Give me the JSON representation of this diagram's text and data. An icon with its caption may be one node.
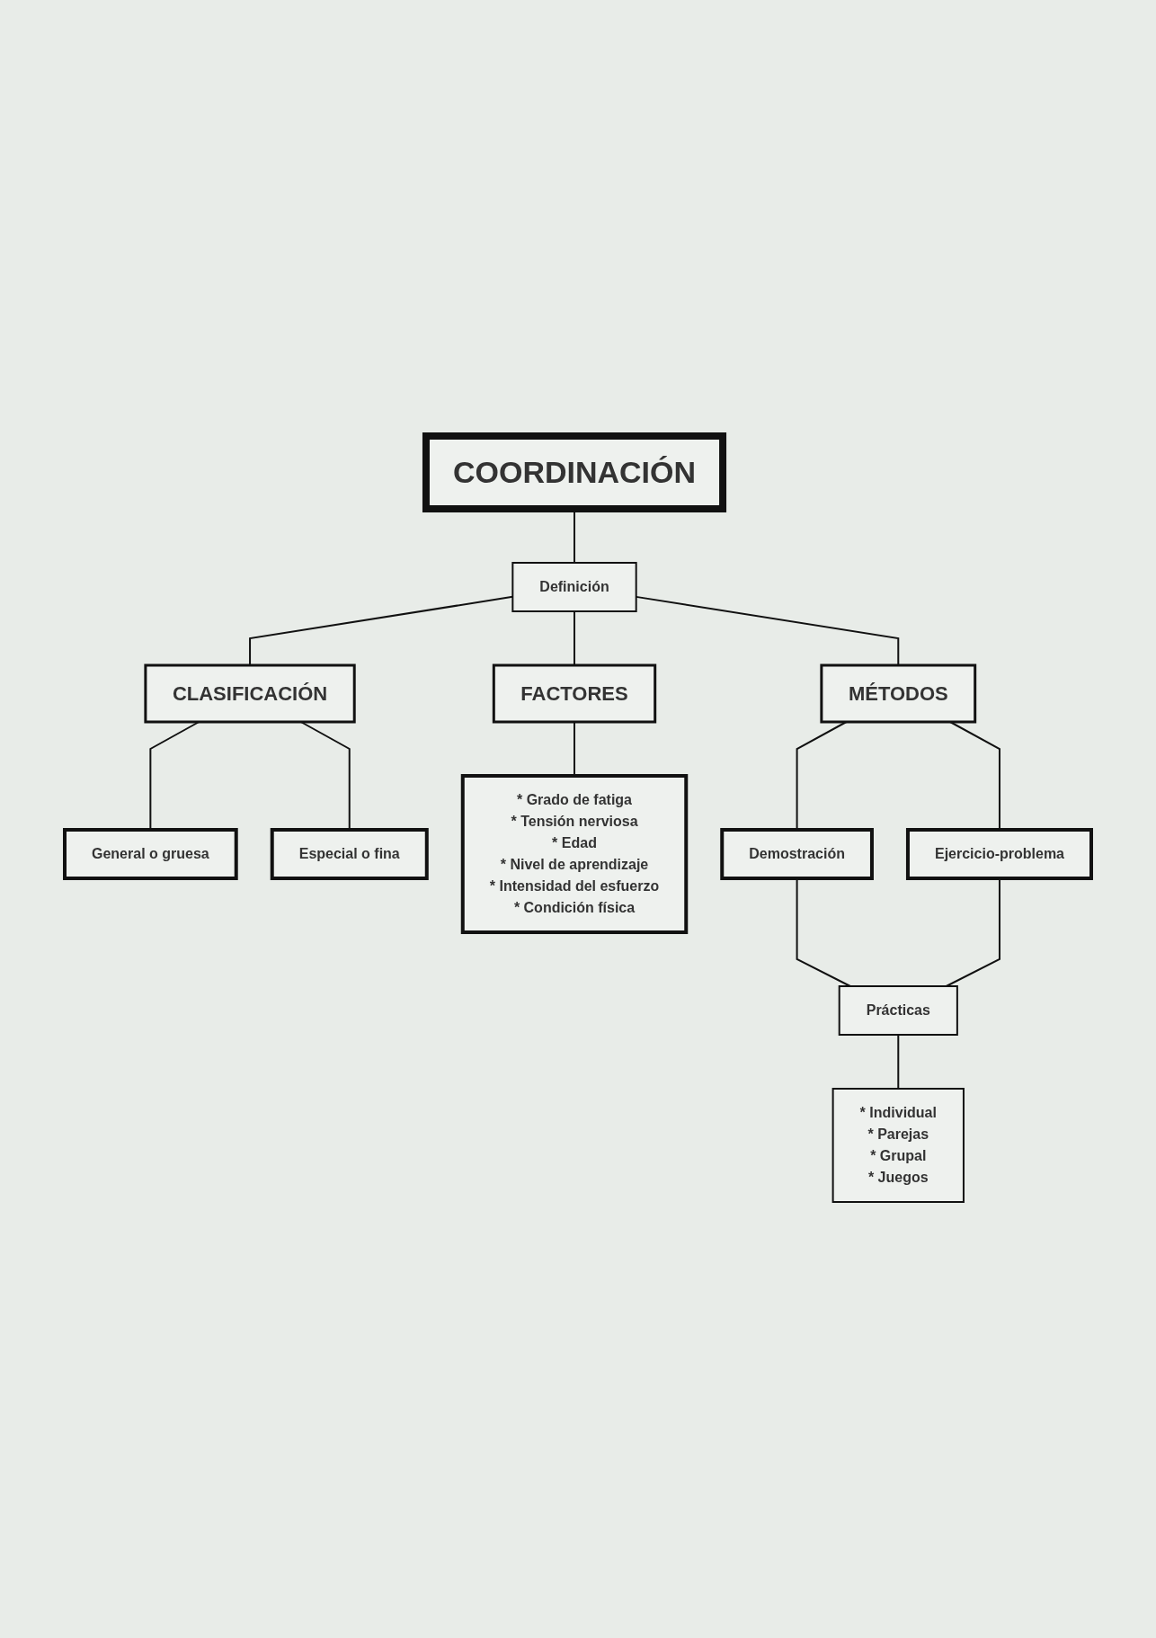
{
  "diagram": {
    "nodes": [
      {
        "text": [
          "COORDINACIÓN"
        ]
      },
      {
        "text": [
          "Definición"
        ]
      },
      {
        "text": [
          "CLASIFICACIÓN"
        ]
      },
      {
        "text": [
          "General o gruesa"
        ]
      },
      {
        "text": [
          "Especial o fina"
        ]
      },
      {
        "text": [
          "FACTORES"
        ]
      },
      {
        "text": [
          "* Grado de fatiga",
          "* Tensión nerviosa",
          "* Edad",
          "* Nivel de aprendizaje",
          "* Intensidad del esfuerzo",
          "* Condición física"
        ]
      },
      {
        "text": [
          "MÉTODOS"
        ]
      },
      {
        "text": [
          "Demostración"
        ]
      },
      {
        "text": [
          "Ejercicio-problema"
        ]
      },
      {
        "text": [
          "Prácticas"
        ]
      },
      {
        "text": [
          "* Individual",
          "* Parejas",
          "* Grupal",
          "* Juegos"
        ]
      }
    ],
    "edges": [
      {
        "from": 0,
        "to": 1,
        "arrow": "none"
      },
      {
        "from": 1,
        "to": 2,
        "arrow": "none"
      },
      {
        "from": 1,
        "to": 5,
        "arrow": "none"
      },
      {
        "from": 1,
        "to": 7,
        "arrow": "none"
      },
      {
        "from": 2,
        "to": 3,
        "arrow": "none"
      },
      {
        "from": 2,
        "to": 4,
        "arrow": "none"
      },
      {
        "from": 5,
        "to": 6,
        "arrow": "none"
      },
      {
        "from": 7,
        "to": 8,
        "arrow": "none"
      },
      {
        "from": 7,
        "to": 9,
        "arrow": "none"
      },
      {
        "from": 8,
        "to": 10,
        "arrow": "none"
      },
      {
        "from": 9,
        "to": 10,
        "arrow": "none"
      },
      {
        "from": 10,
        "to": 11,
        "arrow": "none"
      }
    ]
  }
}
